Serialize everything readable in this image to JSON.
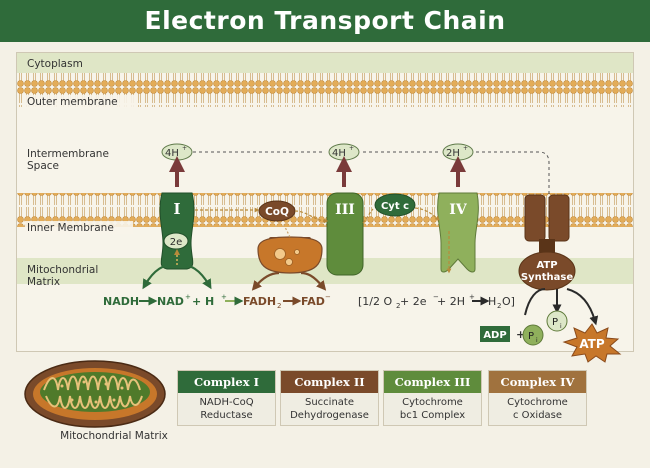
{
  "title": "Electron Transport Chain",
  "regions": {
    "cytoplasm": "Cytoplasm",
    "outer_membrane": "Outer membrane",
    "intermembrane_space": [
      "Intermembrane",
      "Space"
    ],
    "inner_membrane": "Inner Membrane",
    "mitochondrial_matrix": [
      "Mitochondrial",
      "Matrix"
    ]
  },
  "complexes": {
    "complex1": "I",
    "complex3": "III",
    "complex4": "IV",
    "coq": "CoQ",
    "cytc": "Cyt c",
    "electron": "2e",
    "atp_synthase": [
      "ATP",
      "Synthase"
    ]
  },
  "protons": {
    "pump1": "4H",
    "pump3": "4H",
    "pump4": "2H"
  },
  "reactions": {
    "nadh": "NADH",
    "nad": "NAD",
    "h": "+ H",
    "fadh2": "FADH",
    "fad": "FAD",
    "water_lhs": "[1/2 O",
    "water_mid": " + 2e",
    "water_h": " + 2H",
    "water": "H",
    "water_o": "O]",
    "adp": "ADP",
    "pi": "P",
    "atp": "ATP"
  },
  "legend": [
    {
      "title": "Complex I",
      "lines": [
        "NADH-CoQ",
        "Reductase"
      ],
      "color": "#2f6b3a"
    },
    {
      "title": "Complex II",
      "lines": [
        "Succinate",
        "Dehydrogenase"
      ],
      "color": "#7a4a2a"
    },
    {
      "title": "Complex III",
      "lines": [
        "Cytochrome",
        "bc1 Complex"
      ],
      "color": "#5f8c3c"
    },
    {
      "title": "Complex IV",
      "lines": [
        "Cytochrome",
        "c Oxidase"
      ],
      "color": "#a0723e"
    }
  ],
  "mito_caption": "Mitochondrial Matrix",
  "colors": {
    "dark_green": "#2f6b3a",
    "olive_green": "#5f8c3c",
    "light_green": "#8fb05c",
    "brown": "#7a4a2a",
    "orange": "#c7772a",
    "maroon": "#7a3a3a"
  }
}
